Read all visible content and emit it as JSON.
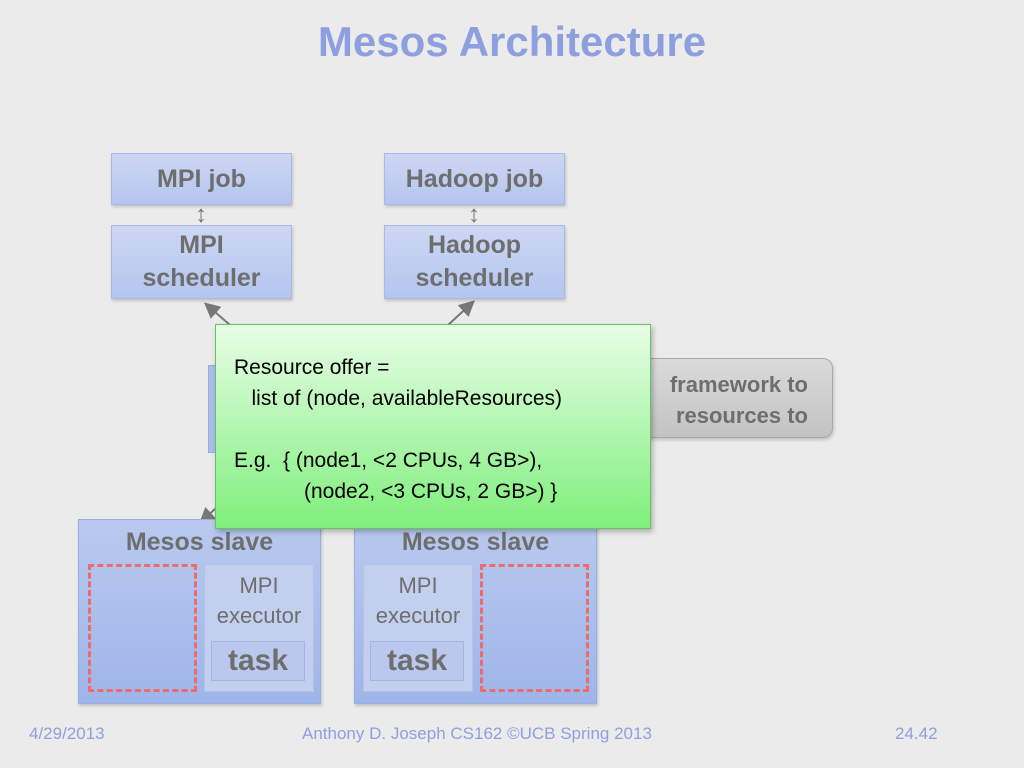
{
  "title": "Mesos Architecture",
  "jobs": [
    {
      "label": "MPI job"
    },
    {
      "label": "Hadoop job"
    }
  ],
  "schedulers": [
    {
      "line1": "MPI",
      "line2": "scheduler"
    },
    {
      "line1": "Hadoop",
      "line2": "scheduler"
    }
  ],
  "link_arrow": "↕",
  "callout": {
    "line1": "framework to",
    "line2": "resources to"
  },
  "slaves": [
    {
      "title": "Mesos slave",
      "executor_line1": "MPI",
      "executor_line2": "executor",
      "task": "task"
    },
    {
      "title": "Mesos slave",
      "executor_line1": "MPI",
      "executor_line2": "executor",
      "task": "task"
    }
  ],
  "popup": {
    "line1": "Resource offer =",
    "line2": "   list of (node, availableResources)",
    "line3": "",
    "line4": "E.g.  { (node1, <2 CPUs, 4 GB>),",
    "line5": "            (node2, <3 CPUs, 2 GB>) }"
  },
  "footer": {
    "date": "4/29/2013",
    "center": "Anthony D. Joseph CS162 ©UCB Spring 2013",
    "page": "24.42"
  },
  "colors": {
    "title": "#8e9fe0",
    "box_fill": "#bccbf0",
    "dashed": "#ee6b6b",
    "popup_fill": "#8ef08a",
    "text_gray": "#6e6e6e"
  }
}
